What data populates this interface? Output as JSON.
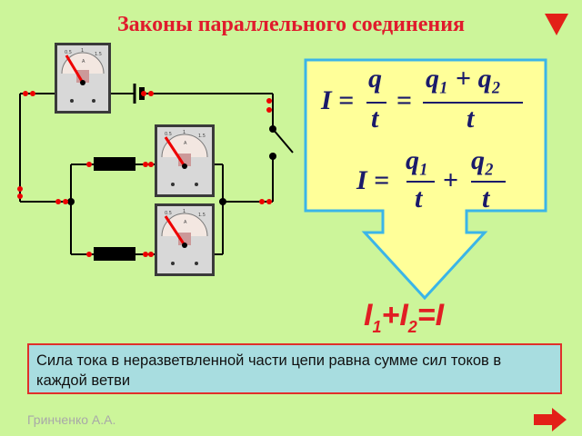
{
  "title": "Законы параллельного соединения",
  "formulas": {
    "I": "I",
    "eq": "=",
    "plus": "+",
    "q": "q",
    "q1": "q₁",
    "q2": "q₂",
    "t": "t"
  },
  "law": {
    "a": "I",
    "s1": "1",
    "plus": "+",
    "b": "I",
    "s2": "2",
    "eq": "=I"
  },
  "note": "Сила тока в неразветвленной части цепи  равна сумме сил токов в каждой ветви",
  "author": "Гринченко А.А.",
  "meter_scale": [
    "0.5",
    "1",
    "1.5",
    "A"
  ],
  "colors": {
    "title": "#e01b2c",
    "frame": "#3bb5e8",
    "law": "#e11e23",
    "note_bg": "#a8dde0"
  }
}
